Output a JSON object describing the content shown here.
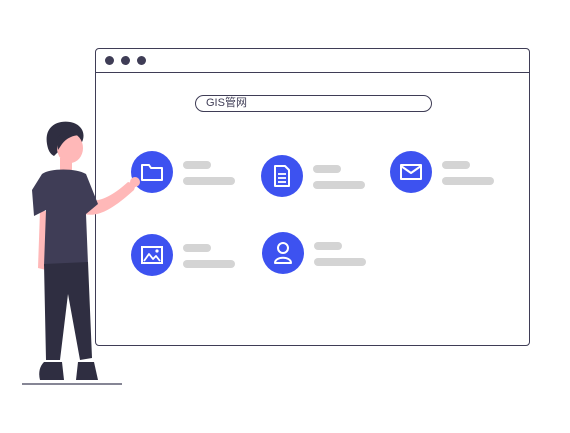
{
  "search": {
    "text": "GIS管网"
  },
  "window_controls": [
    "dot",
    "dot",
    "dot"
  ],
  "apps": [
    {
      "icon": "folder-icon"
    },
    {
      "icon": "document-icon"
    },
    {
      "icon": "mail-icon"
    },
    {
      "icon": "image-icon"
    },
    {
      "icon": "user-icon"
    }
  ],
  "colors": {
    "accent": "#3d52f0",
    "outline": "#3f3d56",
    "placeholder": "#d4d4d4",
    "skin": "#ffb8b8"
  }
}
